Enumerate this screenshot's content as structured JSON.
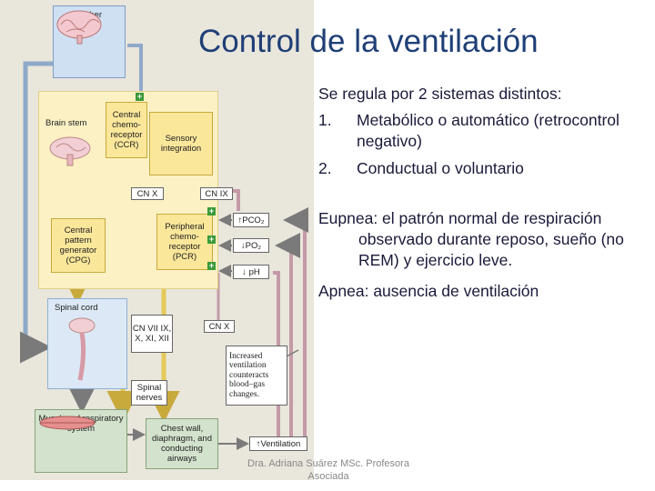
{
  "slide": {
    "title": "Control de la ventilación",
    "intro": "Se regula por 2 sistemas distintos:",
    "items": [
      {
        "num": "1.",
        "text": "Metabólico o automático (retrocontrol negativo)"
      },
      {
        "num": "2.",
        "text": "Conductual o voluntario"
      }
    ],
    "eupnea": "Eupnea:  el patrón normal de respiración observado durante reposo, sueño (no REM) y ejercicio leve.",
    "apnea": "Apnea:  ausencia de ventilación",
    "footer": "Dra. Adriana Suárez MSc. Profesora Asociada"
  },
  "diagram": {
    "higher_cns": "Higher CNS",
    "brain_stem": "Brain stem",
    "ccr": "Central chemo-receptor (CCR)",
    "sensory": "Sensory integration",
    "cpg": "Central pattern generator (CPG)",
    "pcr": "Peripheral chemo-receptor (PCR)",
    "spinal_cord": "Spinal cord",
    "cn_x_top": "CN X",
    "cn_ix": "CN IX",
    "cn_vii": "CN VII IX, X, XI, XII",
    "cn_x_mid": "CN X",
    "spinal_nerves": "Spinal nerves",
    "muscles": "Muscles of respiratory system",
    "chest": "Chest wall, diaphragm, and conducting airways",
    "pco2": "↑PCO₂",
    "po2": "↓PO₂",
    "ph": "↓ pH",
    "ventilation": "↑Ventilation",
    "increased": "Increased ventilation counteracts blood–gas changes.",
    "plus": "+"
  },
  "colors": {
    "title": "#1f3f76",
    "text": "#1a1a3a",
    "footer": "#888888",
    "green_plus": "#3b9a3b"
  }
}
